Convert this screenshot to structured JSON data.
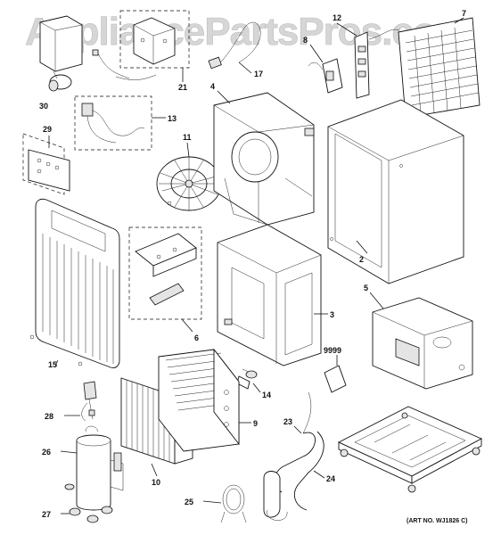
{
  "watermark": "AppliancePartsPros.com",
  "art_number": "(ART NO. WJ1826 C)",
  "callouts": {
    "p2": "2",
    "p3": "3",
    "p4": "4",
    "p5": "5",
    "p6": "6",
    "p7": "7",
    "p8": "8",
    "p9": "9",
    "p10": "10",
    "p11": "11",
    "p12": "12",
    "p13": "13",
    "p14": "14",
    "p15": "15",
    "p17": "17",
    "p21": "21",
    "p23": "23",
    "p24": "24",
    "p25": "25",
    "p26": "26",
    "p27": "27",
    "p28": "28",
    "p29": "29",
    "p30": "30",
    "p9999": "9999"
  },
  "colors": {
    "line": "#111111",
    "watermark": "#d6d6d6",
    "background": "#ffffff"
  }
}
